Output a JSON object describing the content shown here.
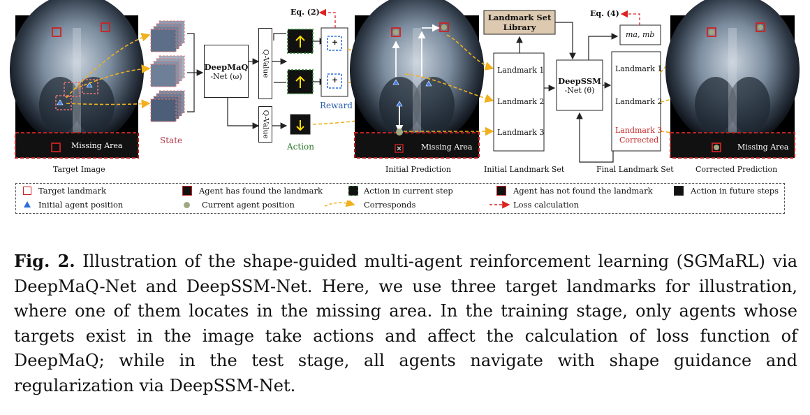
{
  "labels": {
    "target_image": "Target Image",
    "initial_prediction": "Initial Prediction",
    "initial_landmark_set": "Initial Landmark Set",
    "final_landmark_set": "Final Landmark Set",
    "corrected_prediction": "Corrected Prediction",
    "missing_area": "Missing Area",
    "state": "State",
    "action": "Action",
    "reward": "Reward",
    "q_value": "Q-Value",
    "eq2": "Eq. (2)",
    "eq4": "Eq. (4)",
    "deepmaq_line1": "DeepMaQ",
    "deepmaq_line2": "-Net (ω)",
    "deepssm_line1": "DeepSSM",
    "deepssm_line2": "-Net (θ)",
    "library_line1": "Landmark Set",
    "library_line2": "Library",
    "mamb": "ma, mb",
    "landmark1": "Landmark 1",
    "landmark2": "Landmark 2",
    "landmark3": "Landmark 3",
    "landmark3_corrected_line1": "Landmark 3",
    "landmark3_corrected_line2": "Corrected",
    "plus": "+"
  },
  "legend": {
    "target_landmark": "Target landmark",
    "agent_found": "Agent has found the landmark",
    "action_current": "Action in current step",
    "agent_not_found": "Agent has not found the landmark",
    "action_future": "Action in future steps",
    "initial_agent_position": "Initial agent position",
    "current_agent_position": "Current agent position",
    "corresponds": "Corresponds",
    "loss_calculation": "Loss calculation"
  },
  "caption": {
    "fig_label": "Fig. 2.",
    "text": " Illustration of the shape-guided multi-agent reinforcement learning (SGMaRL) via DeepMaQ-Net and DeepSSM-Net. Here, we use three target landmarks for illustration, where one of them locates in the missing area. In the training stage, only agents whose targets exist in the image take actions and affect the calculation of loss function of DeepMaQ; while in the test stage, all agents navigate with shape guidance and regularization via DeepSSM-Net."
  },
  "colors": {
    "target_red": "#b22222",
    "agent_blue": "#2a6fdb",
    "correspond_orange": "#f0b020",
    "state_label": "#b03a48",
    "action_label": "#2e7d32",
    "reward_label": "#2a5da8",
    "library_fill": "#dcc9b0",
    "action_arrow": "#ffe000"
  }
}
